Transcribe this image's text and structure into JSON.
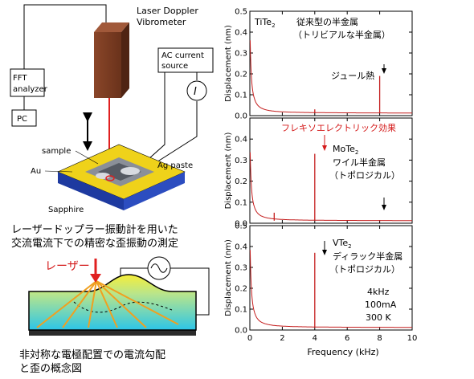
{
  "setup": {
    "instrument_line1": "Laser Doppler",
    "instrument_line2": "Vibrometer",
    "fft_line1": "FFT",
    "fft_line2": "analyzer",
    "pc": "PC",
    "ac_line1": "AC current",
    "ac_line2": "source",
    "ammeter_symbol": "I",
    "sample": "sample",
    "au": "Au",
    "ag_paste": "Ag paste",
    "sapphire": "Sapphire",
    "caption_line1": "レーザードップラー振動計を用いた",
    "caption_line2": "交流電流下での精密な歪振動の測定"
  },
  "concept": {
    "laser_label": "レーザー",
    "caption_line1": "非対称な電極配置での電流勾配",
    "caption_line2": "と歪の概念図"
  },
  "colors": {
    "trace": "#c41e1e",
    "red_text": "#d41a1a",
    "column": "#7a3b22",
    "column_dark": "#4f2413",
    "gold": "#f2da17",
    "blue_base": "#1f3fa8"
  },
  "chart_data": {
    "type": "line",
    "xlabel": "Frequency (kHz)",
    "ylabel": "Displacement (nm)",
    "xlim": [
      0,
      10
    ],
    "ylim": [
      0,
      0.5
    ],
    "x_ticks": [
      "0",
      "2",
      "4",
      "6",
      "8",
      "10"
    ],
    "panels": [
      {
        "material": "TiTe",
        "material_sub": "2",
        "y_ticks": [
          "0.0",
          "0.1",
          "0.2",
          "0.3",
          "0.4",
          "0.5"
        ],
        "annot_line1": "従来型の半金属",
        "annot_line2": "（トリビアルな半金属）",
        "joule": "ジュール熱",
        "baseline": 0.012,
        "low_freq_amp": 0.45,
        "peaks": [
          {
            "x": 4.0,
            "y": 0.03
          },
          {
            "x": 8.0,
            "y": 0.19
          }
        ]
      },
      {
        "material": "MoTe",
        "material_sub": "2",
        "y_ticks": [
          "0.0",
          "0.1",
          "0.2",
          "0.3",
          "0.4"
        ],
        "headline": "フレキソエレクトリック効果",
        "annot_line1": "ワイル半金属",
        "annot_line2": "（トポロジカル）",
        "baseline": 0.012,
        "low_freq_amp": 0.42,
        "peaks": [
          {
            "x": 1.5,
            "y": 0.05
          },
          {
            "x": 4.0,
            "y": 0.33
          },
          {
            "x": 8.0,
            "y": 0.01
          }
        ]
      },
      {
        "material": "VTe",
        "material_sub": "2",
        "y_ticks": [
          "0.0",
          "0.1",
          "0.2",
          "0.3",
          "0.4",
          "0.5"
        ],
        "annot_line1": "ディラック半金属",
        "annot_line2": "（トポロジカル）",
        "conditions": [
          "4kHz",
          "100mA",
          "300 K"
        ],
        "baseline": 0.012,
        "low_freq_amp": 0.48,
        "peaks": [
          {
            "x": 4.0,
            "y": 0.37
          }
        ]
      }
    ]
  }
}
